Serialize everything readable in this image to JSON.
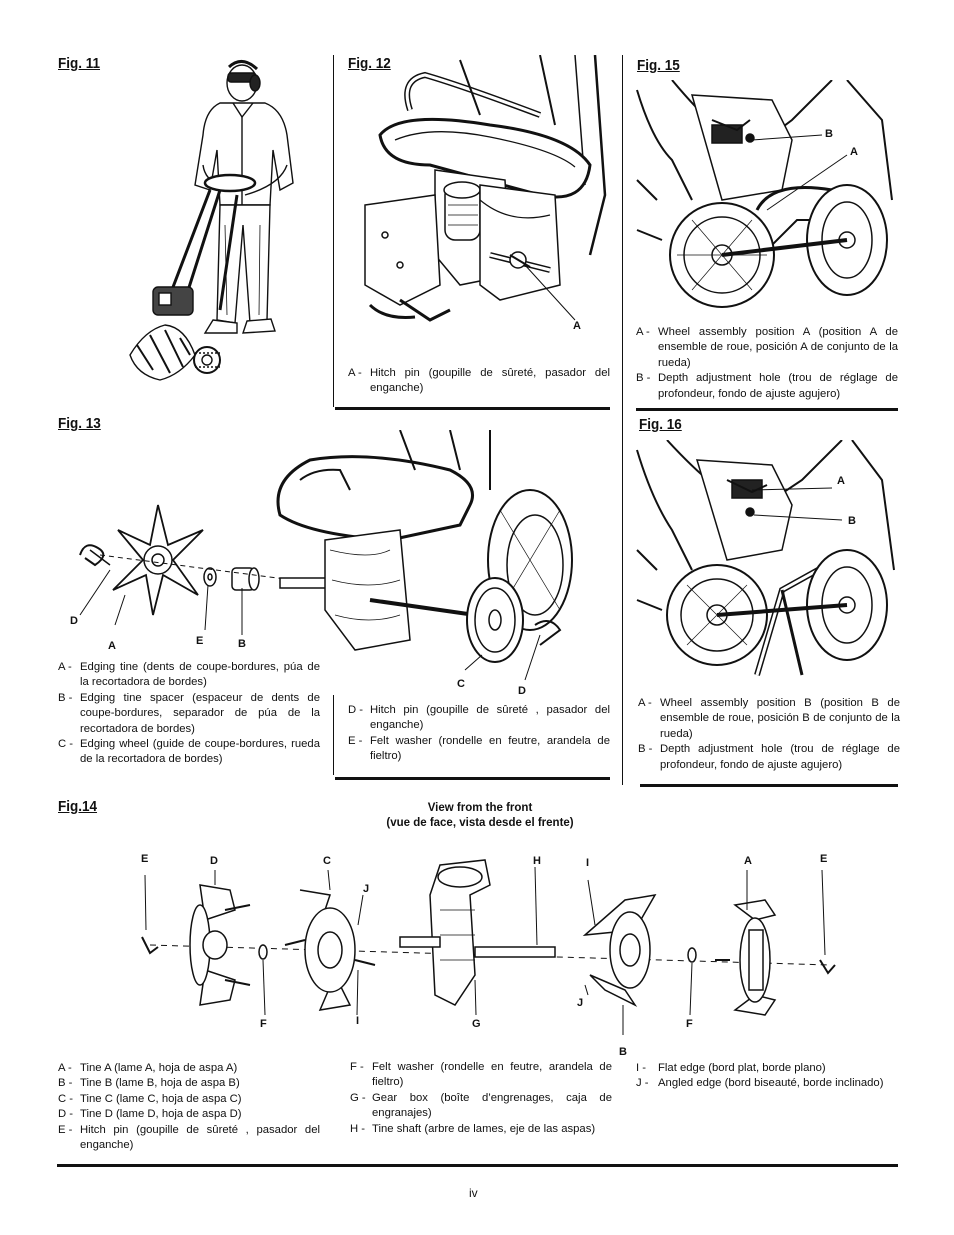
{
  "fig11": {
    "title": "Fig. 11"
  },
  "fig12": {
    "title": "Fig. 12",
    "label_a": "A",
    "captions": [
      {
        "key": "A -",
        "text": "Hitch pin (goupille de sûreté, pasador del enganche)"
      }
    ]
  },
  "fig15": {
    "title": "Fig. 15",
    "label_a": "A",
    "label_b": "B",
    "captions": [
      {
        "key": "A -",
        "text": "Wheel assembly position A (position A de ensemble de roue, posición A de conjunto de la rueda)"
      },
      {
        "key": "B -",
        "text": "Depth adjustment hole (trou de réglage de profondeur, fondo de ajuste agujero)"
      }
    ]
  },
  "fig13": {
    "title": "Fig. 13",
    "labels": {
      "d1": "D",
      "a": "A",
      "e": "E",
      "b": "B",
      "c": "C",
      "d2": "D"
    },
    "captions_left": [
      {
        "key": "A -",
        "text": "Edging tine (dents de coupe-bordures, púa de la recortadora de bordes)"
      },
      {
        "key": "B -",
        "text": "Edging tine spacer (espaceur de dents de coupe-bordures, separador de púa de la recortadora de bordes)"
      },
      {
        "key": "C -",
        "text": "Edging wheel (guide de coupe-bordures, rueda de la recortadora de bordes)"
      }
    ],
    "captions_right": [
      {
        "key": "D -",
        "text": "Hitch pin (goupille de sûreté , pasador del enganche)"
      },
      {
        "key": "E -",
        "text": "Felt washer (rondelle en feutre, arandela de fieltro)"
      }
    ]
  },
  "fig16": {
    "title": "Fig. 16",
    "label_a": "A",
    "label_b": "B",
    "captions": [
      {
        "key": "A -",
        "text": "Wheel assembly position B (position B de ensemble de roue, posición B de conjunto de la rueda)"
      },
      {
        "key": "B -",
        "text": "Depth adjustment hole (trou de réglage de profondeur, fondo de ajuste agujero)"
      }
    ]
  },
  "fig14": {
    "title": "Fig.14",
    "view_title_1": "View from the front",
    "view_title_2": "(vue de face, vista desde el frente)",
    "labels": {
      "e1": "E",
      "d": "D",
      "c": "C",
      "j1": "J",
      "h": "H",
      "i1": "I",
      "a": "A",
      "e2": "E",
      "f1": "F",
      "i2": "I",
      "g": "G",
      "j2": "J",
      "b": "B",
      "f2": "F"
    },
    "captions_col1": [
      {
        "key": "A -",
        "text": "Tine A (lame A, hoja de aspa A)"
      },
      {
        "key": "B -",
        "text": "Tine B (lame B, hoja de aspa B)"
      },
      {
        "key": "C -",
        "text": "Tine C (lame C, hoja de aspa C)"
      },
      {
        "key": "D -",
        "text": "Tine D (lame D, hoja de aspa D)"
      },
      {
        "key": "E -",
        "text": "Hitch pin (goupille de sûreté , pasador del enganche)"
      }
    ],
    "captions_col2": [
      {
        "key": "F -",
        "text": "Felt washer (rondelle en feutre, arandela de fieltro)"
      },
      {
        "key": "G -",
        "text": "Gear box (boîte d’engrenages, caja de engranajes)"
      },
      {
        "key": "H -",
        "text": "Tine shaft (arbre de lames, eje de las aspas)"
      }
    ],
    "captions_col3": [
      {
        "key": "I -",
        "text": "Flat edge (bord plat, borde plano)"
      },
      {
        "key": "J -",
        "text": "Angled edge (bord biseauté, borde inclinado)"
      }
    ]
  },
  "page_number": "iv"
}
